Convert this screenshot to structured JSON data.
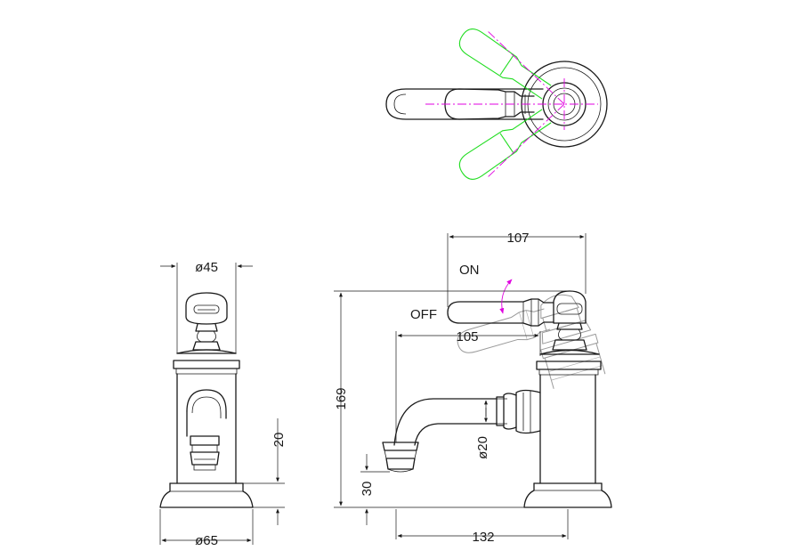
{
  "dimensions": {
    "top_width": "107",
    "spout_reach": "105",
    "base_reach": "132",
    "height": "169",
    "spout_diameter": "ø20",
    "outlet_height": "30",
    "front_top_diameter": "ø45",
    "front_base_diameter": "ø65",
    "front_spout_height": "20"
  },
  "lever_positions": {
    "on": "ON",
    "off": "OFF"
  },
  "colors": {
    "line": "#1a1a1a",
    "centerline": "#e000e0",
    "alt_position": "#22dd22",
    "ghost": "#9a9a9a"
  }
}
